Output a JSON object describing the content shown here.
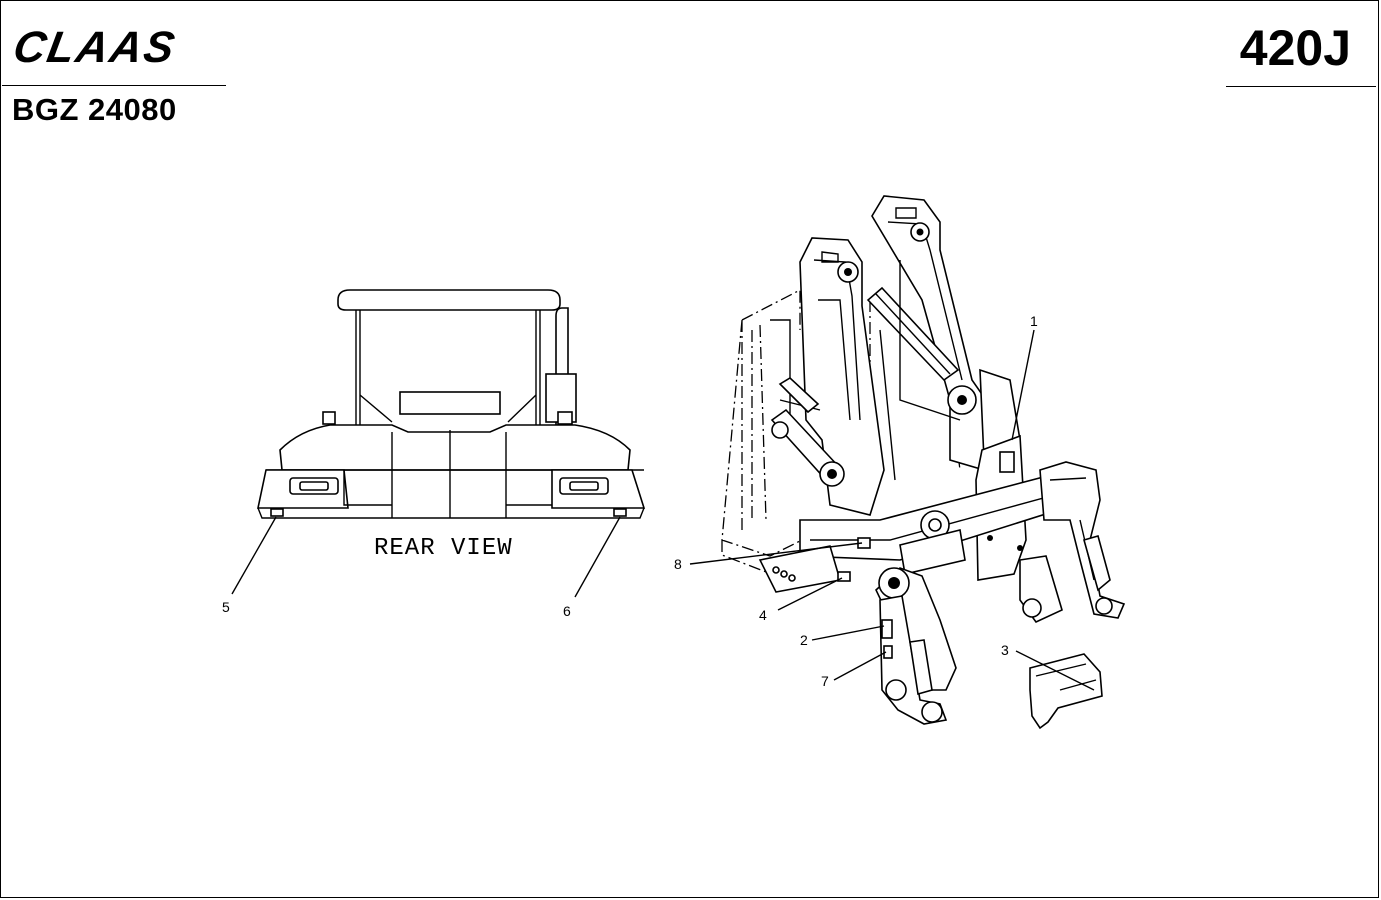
{
  "header": {
    "brand": "CLAAS",
    "document_code": "BGZ 24080",
    "model": "420J"
  },
  "rear_view": {
    "label": "REAR VIEW"
  },
  "callouts": [
    "1",
    "2",
    "3",
    "4",
    "5",
    "6",
    "7",
    "8"
  ]
}
